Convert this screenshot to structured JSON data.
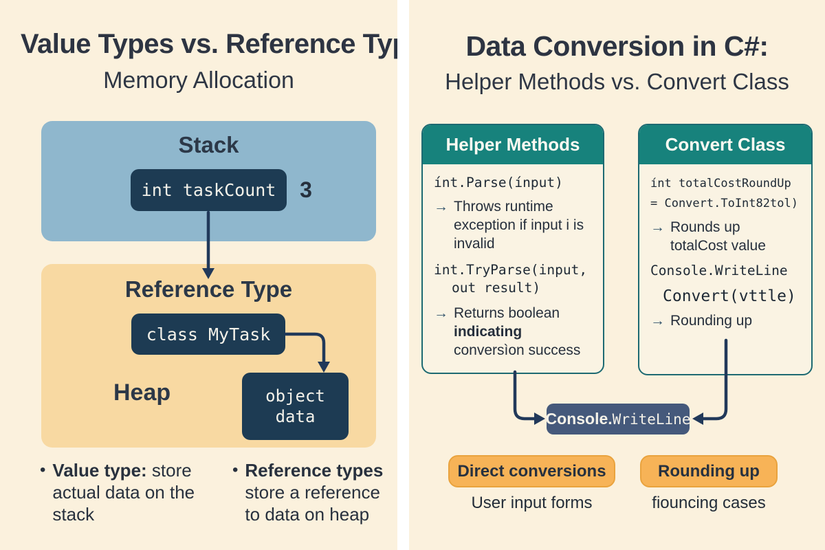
{
  "left_panel": {
    "title": "Value Types vs. Reference Typ",
    "subtitle": "Memory Allocation",
    "stack": {
      "label": "Stack",
      "variable": "int taskCount",
      "value": "3"
    },
    "reference": {
      "label": "Reference Type",
      "class_box": "class MyTask",
      "heap_label": "Heap",
      "object_box": "object\ndata"
    },
    "bullets": [
      {
        "glyph": "•",
        "bold": "Value type:",
        "rest": " store actual data on the stack"
      },
      {
        "glyph": "•",
        "bold": "Reference types",
        "rest": " store a reference to data on heap"
      }
    ]
  },
  "right_panel": {
    "title": "Data Conversion in C#:",
    "subtitle": "Helper Methods vs. Convert Class",
    "arrow_glyph": "→",
    "helper_card": {
      "header": "Helper Methods",
      "code1": "ínt.Parse(ínput)",
      "note1": "Throws runtime exception if input i is invalid",
      "code2_line1": "int.TryParse(input,",
      "code2_line2": "out result)",
      "note2_pre": "Returns boolean ",
      "note2_bold": "indicating",
      "note2_post": " conversìon success"
    },
    "convert_card": {
      "header": "Convert Class",
      "code1_line1": "ínt totalCostRoundUp",
      "code1_line2": "= Convert.ToInt82tol)",
      "note1": "Rounds up totalCost value",
      "code2": "Console.WriteLine",
      "code3": "Convert(vttle)",
      "note2": "Rounding up"
    },
    "console_node": {
      "bold": "Console.",
      "mono": "WriteLine"
    },
    "pills": [
      {
        "label": "Direct conversions",
        "caption": "User input forms"
      },
      {
        "label": "Rounding up",
        "caption": "fiouncing cases"
      }
    ]
  },
  "colors": {
    "panel_bg": "#fbf1dd",
    "stack_blue": "#8fb7cd",
    "heap_orange": "#f8d9a2",
    "navy_box": "#1d3b53",
    "teal_header": "#17827c",
    "card_bg": "#faf3e3",
    "card_border": "#1d6a72",
    "console_node": "#45597b",
    "pill_orange": "#f7b357",
    "ink": "#2d3442",
    "connector": "#21395a"
  }
}
